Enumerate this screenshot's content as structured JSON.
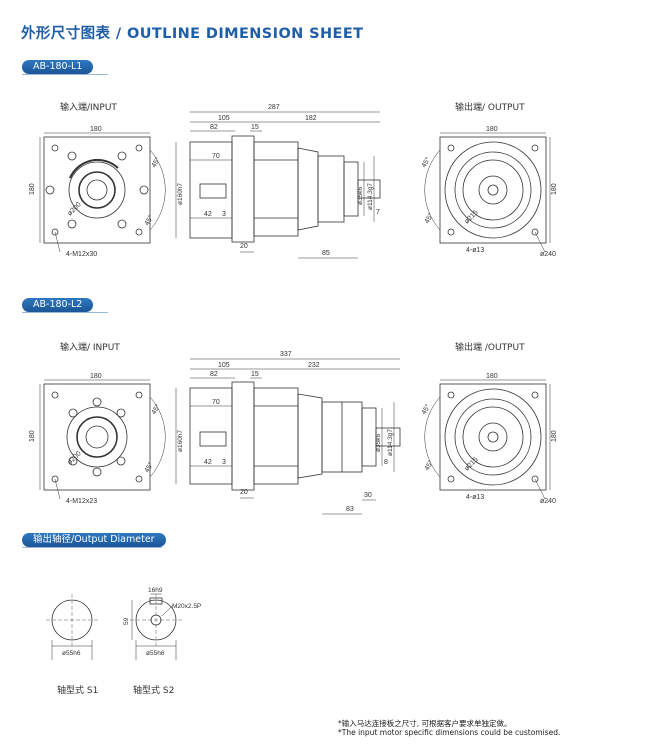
{
  "header": {
    "title": "外形尺寸图表 / OUTLINE DIMENSION SHEET"
  },
  "sections": {
    "l1": "AB-180-L1",
    "l2": "AB-180-L2",
    "shaft": "输出轴径/Output Diameter"
  },
  "views": {
    "input_l1": "输入端/INPUT",
    "output_l1": "输出端/ OUTPUT",
    "input_l2": "输入端/ INPUT",
    "output_l2": "输出端 /OUTPUT"
  },
  "dims_l1": {
    "w180a": "180",
    "h180a": "180",
    "pcd200": "ø200",
    "deg45a": "45°",
    "deg45b": "45°",
    "bolts": "4-M12x30",
    "total": "287",
    "d105": "105",
    "d182": "182",
    "d82": "82",
    "d15": "15",
    "d70": "70",
    "d42": "42",
    "d3": "3",
    "d20": "20",
    "d85": "85",
    "d7": "7",
    "dia160": "ø160h7",
    "dia35": "ø35k6",
    "dia114": "ø114.3g7",
    "w180b": "180",
    "h180b": "180",
    "pcd215": "ø215",
    "holes": "4-ø13",
    "dia240": "ø240",
    "deg45c": "45°",
    "deg45d": "45°"
  },
  "dims_l2": {
    "w180a": "180",
    "h180a": "180",
    "pcd200": "ø200",
    "deg45a": "45°",
    "deg45b": "45°",
    "bolts": "4-M12x23",
    "total": "337",
    "d105": "105",
    "d232": "232",
    "d82": "82",
    "d15": "15",
    "d70": "70",
    "d42": "42",
    "d3": "3",
    "d20": "20",
    "d83": "83",
    "d30": "30",
    "d8": "8",
    "dia160": "ø160h7",
    "dia35": "ø35k6",
    "dia114": "ø114.3g7",
    "w180b": "180",
    "h180b": "180",
    "pcd215": "ø215",
    "holes": "4-ø13",
    "dia240": "ø240",
    "deg45c": "45°",
    "deg45d": "45°"
  },
  "shaft": {
    "s1_dia": "ø55h6",
    "s2_dia": "ø55h6",
    "s2_key": "16h9",
    "s2_height": "59",
    "s2_thread": "M20x2.5P",
    "s1_label": "轴型式  S1",
    "s2_label": "轴型式  S2"
  },
  "notes": {
    "cn": "*输入马达连接板之尺寸, 可根据客户要求单独定做。",
    "en": "*The input motor specific dimensions could be customised."
  }
}
